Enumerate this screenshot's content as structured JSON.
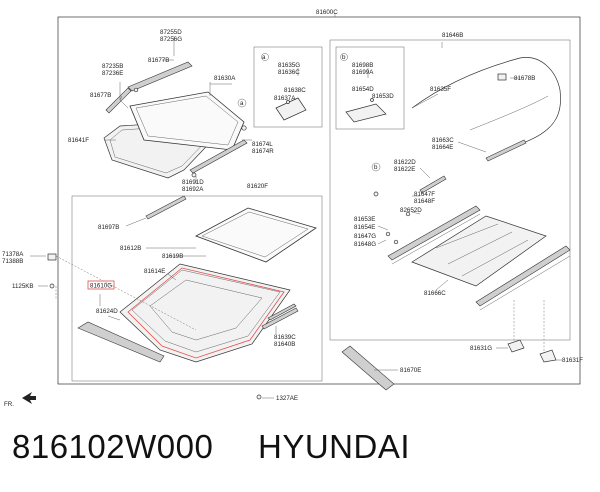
{
  "diagram": {
    "labels": {
      "l81600C": "81600C",
      "l87255D": "87255D",
      "l87256G": "87256G",
      "l81677B": "81677B",
      "l87235B": "87235B",
      "l87236E": "87236E",
      "l81677B_2": "81677B",
      "l81630A": "81630A",
      "l81641F": "81641F",
      "l81674L": "81674L",
      "l81674R": "81674R",
      "l81691D": "81691D",
      "l81692A": "81692A",
      "l81620F": "81620F",
      "l81697B": "81697B",
      "l71378A": "71378A",
      "l71388B": "71388B",
      "l1125KB": "1125KB",
      "l81612B": "81612B",
      "l81619B": "81619B",
      "l81614E": "81614E",
      "l81610G": "81610G",
      "l81624D": "81624D",
      "l81639C": "81639C",
      "l81640B": "81640B",
      "l1327AE": "1327AE",
      "l81670E": "81670E",
      "lFR": "FR.",
      "l81635G": "81635G",
      "l81636C": "81636C",
      "l81638C": "81638C",
      "l81637A": "81637A",
      "l81646B": "81646B",
      "l81698B": "81698B",
      "l81699A": "81699A",
      "l81654D": "81654D",
      "l81653D": "81653D",
      "l81678B": "81678B",
      "l81635F": "81635F",
      "l81663C": "81663C",
      "l81664E": "81664E",
      "l81622D": "81622D",
      "l81622E": "81622E",
      "l81647F": "81647F",
      "l81648F": "81648F",
      "l82652D": "82652D",
      "l81653E": "81653E",
      "l81654E": "81654E",
      "l81647G": "81647G",
      "l81648G": "81648G",
      "l81666C": "81666C",
      "l81631G": "81631G",
      "l81631F": "81631F",
      "callout_a": "a",
      "callout_b": "b",
      "callout_a2": "a",
      "callout_b2": "b"
    }
  },
  "footer": {
    "part_number": "816102W000",
    "brand": "HYUNDAI"
  }
}
